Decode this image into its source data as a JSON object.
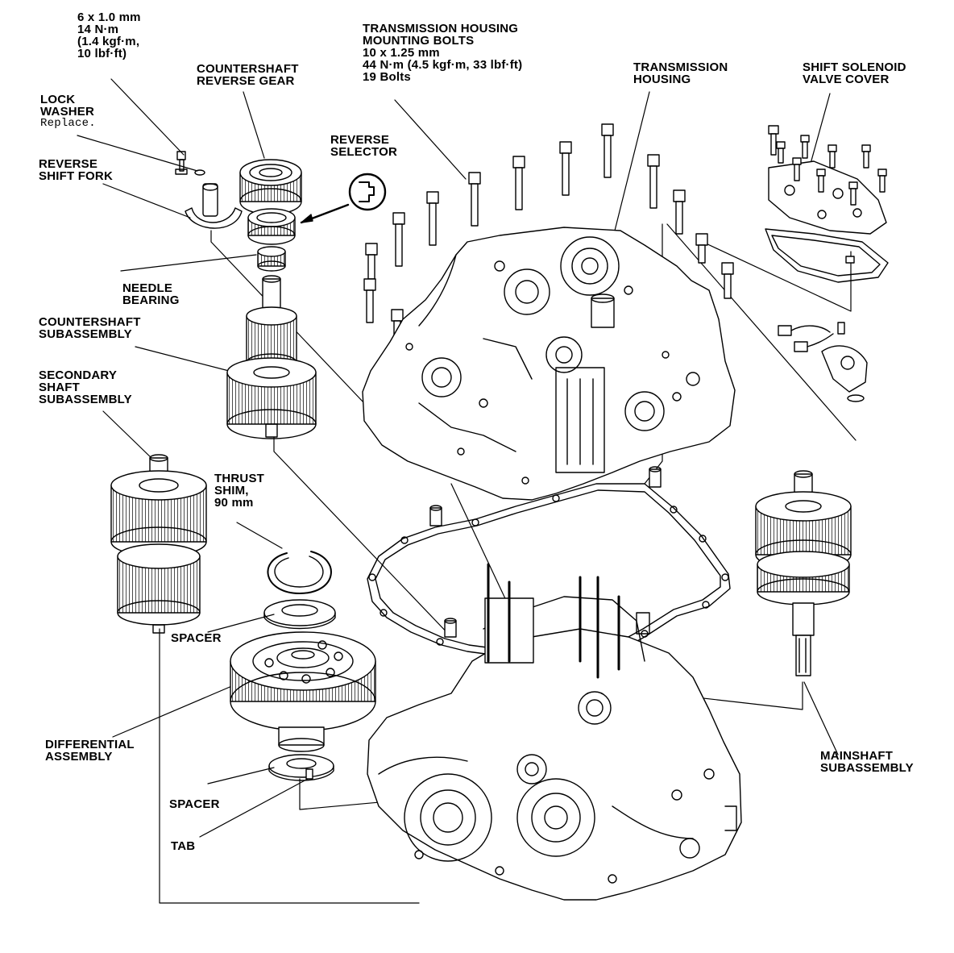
{
  "labels": {
    "bolt_small": [
      "6 x 1.0 mm",
      "14 N·m",
      "(1.4 kgf·m,",
      "10 lbf·ft)"
    ],
    "housing_bolts": [
      "TRANSMISSION HOUSING",
      "MOUNTING BOLTS",
      "10 x 1.25 mm",
      "44 N·m (4.5 kgf·m, 33 lbf·ft)",
      "19 Bolts"
    ],
    "countershaft_reverse_gear": [
      "COUNTERSHAFT",
      "REVERSE GEAR"
    ],
    "transmission_housing": [
      "TRANSMISSION",
      "HOUSING"
    ],
    "shift_solenoid_cover": [
      "SHIFT SOLENOID",
      "VALVE COVER"
    ],
    "lock_washer": [
      "LOCK",
      "WASHER"
    ],
    "lock_washer_note": "Replace.",
    "reverse_selector": [
      "REVERSE",
      "SELECTOR"
    ],
    "reverse_shift_fork": [
      "REVERSE",
      "SHIFT FORK"
    ],
    "needle_bearing": [
      "NEEDLE",
      "BEARING"
    ],
    "countershaft_subassembly": [
      "COUNTERSHAFT",
      "SUBASSEMBLY"
    ],
    "secondary_shaft_subassembly": [
      "SECONDARY",
      "SHAFT",
      "SUBASSEMBLY"
    ],
    "thrust_shim": [
      "THRUST",
      "SHIM,",
      "90 mm"
    ],
    "spacer_upper": "SPACER",
    "differential_assembly": [
      "DIFFERENTIAL",
      "ASSEMBLY"
    ],
    "spacer_lower": "SPACER",
    "tab": "TAB",
    "mainshaft_subassembly": [
      "MAINSHAFT",
      "SUBASSEMBLY"
    ]
  },
  "icons": {
    "reverse_selector_symbol": "selector-detail-icon"
  }
}
